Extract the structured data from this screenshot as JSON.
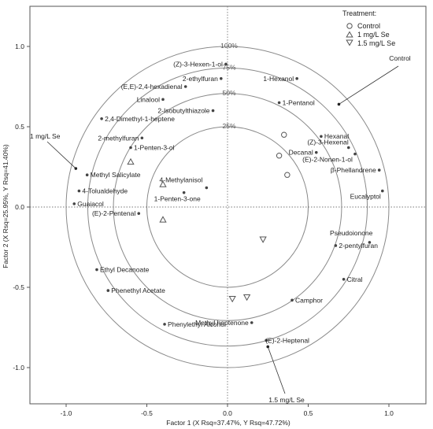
{
  "chart_data": {
    "type": "scatter",
    "subtype": "correlation-loading-plot",
    "xlabel": "Factor 1 (X Rsq=37.47%, Y Rsq=47.72%)",
    "ylabel": "Factor 2 (X Rsq=25.95%, Y Rsq=41.40%)",
    "xlim": [
      -1.22,
      1.22
    ],
    "ylim": [
      -1.22,
      1.22
    ],
    "x_ticks": [
      -1.0,
      -0.5,
      0.0,
      0.5,
      1.0
    ],
    "y_ticks": [
      -1.0,
      -0.5,
      0.0,
      0.5,
      1.0
    ],
    "x_tick_labels": [
      "-1.0",
      "-0.5",
      "0.0",
      "0.5",
      "1.0"
    ],
    "y_tick_labels": [
      "-1.0",
      "-0.5",
      "0.0",
      "0.5",
      "1.0"
    ],
    "grid": false,
    "reference_lines": "dotted lines at x=0 and y=0",
    "circles": [
      {
        "r": 0.5,
        "label": "25%"
      },
      {
        "r": 0.707,
        "label": "50%"
      },
      {
        "r": 0.866,
        "label": "75%"
      },
      {
        "r": 1.0,
        "label": "100%"
      }
    ],
    "legend": {
      "title": "Treatment:",
      "position": "top-right",
      "entries": [
        {
          "symbol": "circle",
          "label": "Control"
        },
        {
          "symbol": "triangle-up",
          "label": "1 mg/L Se"
        },
        {
          "symbol": "triangle-down",
          "label": "1.5 mg/L Se"
        }
      ]
    },
    "variables": [
      {
        "name": "(Z)-3-Hexen-1-ol",
        "x": -0.01,
        "y": 0.89
      },
      {
        "name": "2-ethylfuran",
        "x": -0.04,
        "y": 0.8
      },
      {
        "name": "(E,E)-2,4-hexadienal",
        "x": -0.26,
        "y": 0.75
      },
      {
        "name": "Linalool",
        "x": -0.4,
        "y": 0.67
      },
      {
        "name": "2-Isobutylthiazole",
        "x": -0.09,
        "y": 0.6
      },
      {
        "name": "2,4-Dimethyl-1-heptene",
        "x": -0.78,
        "y": 0.55
      },
      {
        "name": "2-methylfuran",
        "x": -0.53,
        "y": 0.43
      },
      {
        "name": "1-Penten-3-ol",
        "x": -0.6,
        "y": 0.37
      },
      {
        "name": "Methyl Salicylate",
        "x": -0.87,
        "y": 0.2
      },
      {
        "name": "4-Tolualdehyde",
        "x": -0.92,
        "y": 0.1
      },
      {
        "name": "Guaiacol",
        "x": -0.95,
        "y": 0.02
      },
      {
        "name": "4-Methylanisol",
        "x": -0.13,
        "y": 0.12
      },
      {
        "name": "1-Penten-3-one",
        "x": -0.27,
        "y": 0.09
      },
      {
        "name": "(E)-2-Pentenal",
        "x": -0.55,
        "y": -0.04
      },
      {
        "name": "1-Hexanol",
        "x": 0.43,
        "y": 0.8
      },
      {
        "name": "1-Pentanol",
        "x": 0.32,
        "y": 0.65
      },
      {
        "name": "Hexanal",
        "x": 0.58,
        "y": 0.44
      },
      {
        "name": "(Z)-3-Hexenal",
        "x": 0.75,
        "y": 0.37
      },
      {
        "name": "Decanal",
        "x": 0.55,
        "y": 0.34
      },
      {
        "name": "(E)-2-Nonen-1-ol",
        "x": 0.79,
        "y": 0.33
      },
      {
        "name": "β-Phellandrene",
        "x": 0.94,
        "y": 0.23
      },
      {
        "name": "Eucalyptol",
        "x": 0.96,
        "y": 0.1
      },
      {
        "name": "Pseudoionone",
        "x": 0.88,
        "y": -0.22
      },
      {
        "name": "2-pentylfuran",
        "x": 0.67,
        "y": -0.24
      },
      {
        "name": "Citral",
        "x": 0.72,
        "y": -0.45
      },
      {
        "name": "Camphor",
        "x": 0.4,
        "y": -0.58
      },
      {
        "name": "Methyl heptenone",
        "x": 0.15,
        "y": -0.72
      },
      {
        "name": "(E)-2-Heptenal",
        "x": 0.24,
        "y": -0.83
      },
      {
        "name": "Ethyl Decanoate",
        "x": -0.81,
        "y": -0.39
      },
      {
        "name": "Phenethyl Acetate",
        "x": -0.74,
        "y": -0.52
      },
      {
        "name": "Phenylethyl Alcohol",
        "x": -0.39,
        "y": -0.73
      }
    ],
    "treatments": [
      {
        "name": "Control",
        "symbol": "circle",
        "points": [
          {
            "x": 0.35,
            "y": 0.45
          },
          {
            "x": 0.32,
            "y": 0.32
          },
          {
            "x": 0.37,
            "y": 0.2
          }
        ]
      },
      {
        "name": "1 mg/L Se",
        "symbol": "triangle-up",
        "points": [
          {
            "x": -0.6,
            "y": 0.28
          },
          {
            "x": -0.4,
            "y": 0.14
          },
          {
            "x": -0.4,
            "y": -0.08
          }
        ]
      },
      {
        "name": "1.5 mg/L Se",
        "symbol": "triangle-down",
        "points": [
          {
            "x": 0.22,
            "y": -0.2
          },
          {
            "x": 0.03,
            "y": -0.57
          },
          {
            "x": 0.12,
            "y": -0.56
          }
        ]
      }
    ],
    "treatment_centroids": [
      {
        "label": "Control",
        "x": 0.69,
        "y": 0.64
      },
      {
        "label": "1 mg/L Se",
        "x": -0.94,
        "y": 0.24
      },
      {
        "label": "1.5 mg/L Se",
        "x": 0.25,
        "y": -0.87
      }
    ]
  }
}
